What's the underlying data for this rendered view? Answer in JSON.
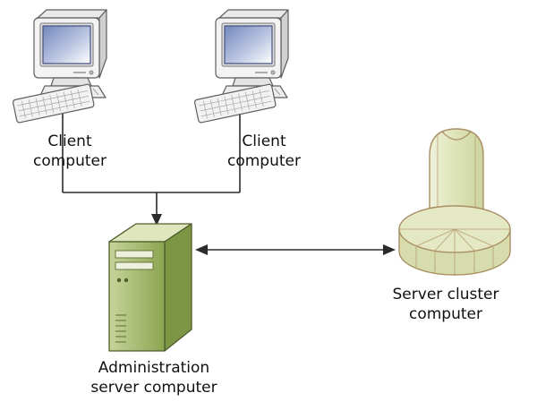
{
  "diagram": {
    "nodes": {
      "client1": {
        "label": "Client\ncomputer",
        "icon": "desktop-computer-icon"
      },
      "client2": {
        "label": "Client\ncomputer",
        "icon": "desktop-computer-icon"
      },
      "admin_server": {
        "label": "Administration\nserver computer",
        "icon": "tower-server-icon"
      },
      "server_cluster": {
        "label": "Server cluster\ncomputer",
        "icon": "server-cluster-icon"
      }
    },
    "edges": [
      {
        "from": "client1",
        "to": "admin_server",
        "type": "arrow"
      },
      {
        "from": "client2",
        "to": "admin_server",
        "type": "arrow"
      },
      {
        "from": "admin_server",
        "to": "server_cluster",
        "type": "double-arrow"
      }
    ],
    "colors": {
      "connector": "#2b2b2b",
      "tower_top": "#dfe6bd",
      "tower_side": "#7d9646",
      "cluster_body": "#d6dcab",
      "cluster_top": "#e4e8c4",
      "cluster_stroke": "#a98f63",
      "screen_blue": "#8096c6",
      "text": "#111111"
    }
  }
}
